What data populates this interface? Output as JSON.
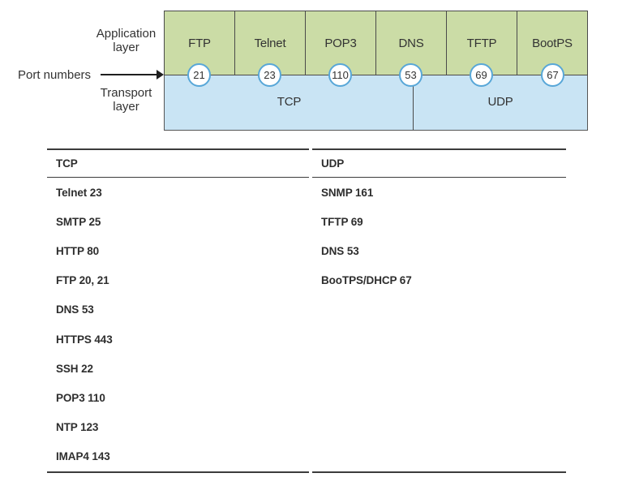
{
  "figure": {
    "side_labels": {
      "application_layer_line1": "Application",
      "application_layer_line2": "layer",
      "port_numbers": "Port numbers",
      "transport_layer_line1": "Transport",
      "transport_layer_line2": "layer"
    },
    "application_cells": [
      {
        "label": "FTP",
        "port": "21"
      },
      {
        "label": "Telnet",
        "port": "23"
      },
      {
        "label": "POP3",
        "port": "110"
      },
      {
        "label": "DNS",
        "port": "53"
      },
      {
        "label": "TFTP",
        "port": "69"
      },
      {
        "label": "BootPS",
        "port": "67"
      }
    ],
    "transport_segments": {
      "tcp_label": "TCP",
      "udp_label": "UDP"
    },
    "colors": {
      "application_fill": "#cbdca6",
      "transport_fill": "#c9e4f4",
      "port_circle_border": "#58a7d8",
      "outline": "#4a4a4a",
      "table_rule": "#3c3c3c"
    }
  },
  "port_table": {
    "columns": [
      {
        "header": "TCP",
        "rows": [
          "Telnet 23",
          "SMTP 25",
          "HTTP 80",
          "FTP 20, 21",
          "DNS 53",
          "HTTPS 443",
          "SSH 22",
          "POP3 110",
          "NTP 123",
          "IMAP4 143"
        ]
      },
      {
        "header": "UDP",
        "rows": [
          "SNMP 161",
          "TFTP 69",
          "DNS 53",
          "BooTPS/DHCP 67"
        ]
      }
    ]
  }
}
